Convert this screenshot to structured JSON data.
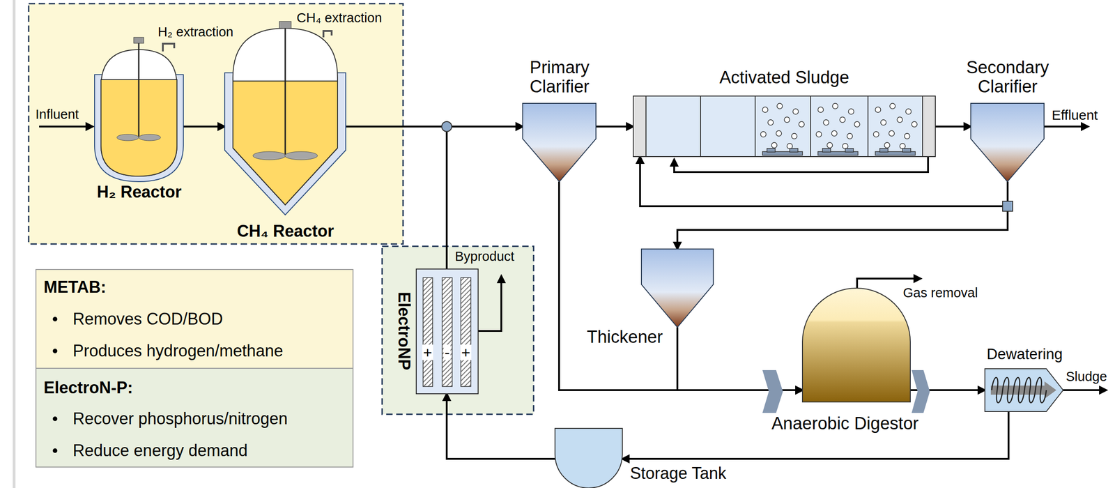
{
  "diagram": {
    "nodes": [
      {
        "text": [
          "H₂ Reactor"
        ]
      },
      {
        "text": [
          "CH₄ Reactor"
        ]
      },
      {
        "text": [
          "Primary Clarifier"
        ]
      },
      {
        "text": [
          "Activated Sludge"
        ]
      },
      {
        "text": [
          "Secondary Clarifier"
        ]
      },
      {
        "text": [
          "Thickener"
        ]
      },
      {
        "text": [
          "Anaerobic Digestor"
        ]
      },
      {
        "text": [
          "Dewatering"
        ]
      },
      {
        "text": [
          "Storage Tank"
        ]
      },
      {
        "text": [
          "ElectroNP"
        ]
      },
      {
        "text": [
          "METAB:",
          "Removes COD/BOD",
          "Produces hydrogen/methane"
        ]
      },
      {
        "text": [
          "ElectroN-P:",
          "Recover phosphorus/nitrogen",
          "Reduce energy demand"
        ]
      }
    ],
    "edges": [
      {
        "from": 0,
        "to": 1,
        "arrow": "to"
      },
      {
        "from": 1,
        "to": 2,
        "arrow": "to"
      },
      {
        "from": 9,
        "to": 2,
        "arrow": "to"
      },
      {
        "from": 2,
        "to": 3,
        "arrow": "to"
      },
      {
        "from": 3,
        "to": 4,
        "arrow": "to"
      },
      {
        "from": 4,
        "to": 3,
        "arrow": "to"
      },
      {
        "from": 4,
        "to": 5,
        "arrow": "to"
      },
      {
        "from": 2,
        "to": 6,
        "arrow": "to"
      },
      {
        "from": 5,
        "to": 6,
        "arrow": "to"
      },
      {
        "from": 6,
        "to": 7,
        "arrow": "to"
      },
      {
        "from": 7,
        "to": 8,
        "arrow": "to"
      },
      {
        "from": 8,
        "to": 9,
        "arrow": "to"
      }
    ],
    "labels": [
      "Influent",
      "H₂ extraction",
      "CH₄ extraction",
      "Effluent",
      "Gas removal",
      "Sludge",
      "Byproduct",
      "+",
      "-",
      "+"
    ]
  }
}
